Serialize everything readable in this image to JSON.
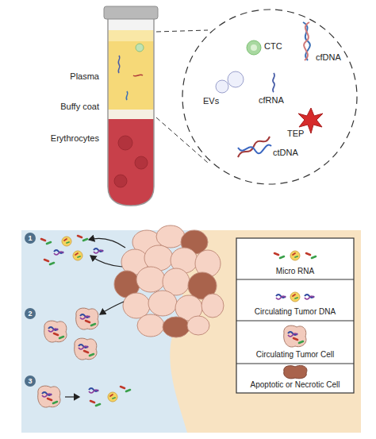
{
  "diagram": {
    "nodes": [
      {
        "text": [
          "1"
        ]
      },
      {
        "text": [
          "2"
        ]
      },
      {
        "text": [
          "3"
        ]
      }
    ],
    "labels": [
      "Plasma",
      "Buffy coat",
      "Erythrocytes",
      "CTC",
      "cfDNA",
      "EVs",
      "cfRNA",
      "TEP",
      "ctDNA"
    ],
    "legend": [
      {
        "text": "Micro RNA"
      },
      {
        "text": "Circulating Tumor DNA"
      },
      {
        "text": "Circulating Tumor Cell"
      },
      {
        "text": "Apoptotic or Necrotic Cell"
      }
    ]
  }
}
